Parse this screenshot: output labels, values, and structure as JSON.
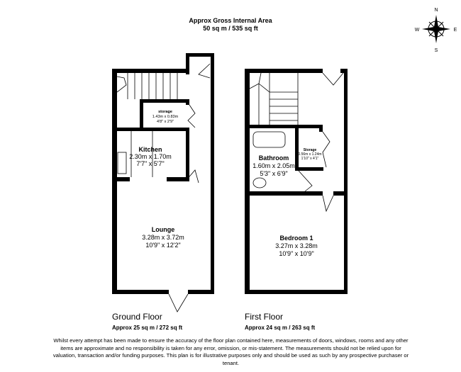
{
  "header": {
    "title": "Approx Gross Internal Area",
    "area": "50 sq m / 535 sq ft"
  },
  "compass": {
    "n": "N",
    "e": "E",
    "s": "S",
    "w": "W"
  },
  "ground_floor": {
    "label": "Ground Floor",
    "area": "Approx 25 sq m / 272 sq ft",
    "rooms": [
      {
        "name": "storage",
        "metric": "1.43m x 0.83m",
        "imperial": "4'8\" x 2'9\""
      },
      {
        "name": "Kitchen",
        "metric": "2.30m x 1.70m",
        "imperial": "7'7\" x 5'7\""
      },
      {
        "name": "Lounge",
        "metric": "3.28m x 3.72m",
        "imperial": "10'9\" x 12'2\""
      }
    ]
  },
  "first_floor": {
    "label": "First Floor",
    "area": "Approx 24 sq m / 263 sq ft",
    "rooms": [
      {
        "name": "Bathroom",
        "metric": "1.60m x 2.05m",
        "imperial": "5'3\" x 6'9\""
      },
      {
        "name": "Storage",
        "metric": "0.56m x 1.24m",
        "imperial": "1'10\" x 4'1\""
      },
      {
        "name": "Bedroom 1",
        "metric": "3.27m x 3.28m",
        "imperial": "10'9\" x 10'9\""
      }
    ]
  },
  "disclaimer": "Whilst every attempt has been made to ensure the accuracy of the floor plan contained here, measurements of doors, windows, rooms and any other items are approximate and no responsibility is taken for any error, omission, or mis-statement. The measurements should not be relied upon for valuation, transaction and/or funding purposes. This plan is for illustrative purposes only and should be used as such by any prospective purchaser or tenant."
}
